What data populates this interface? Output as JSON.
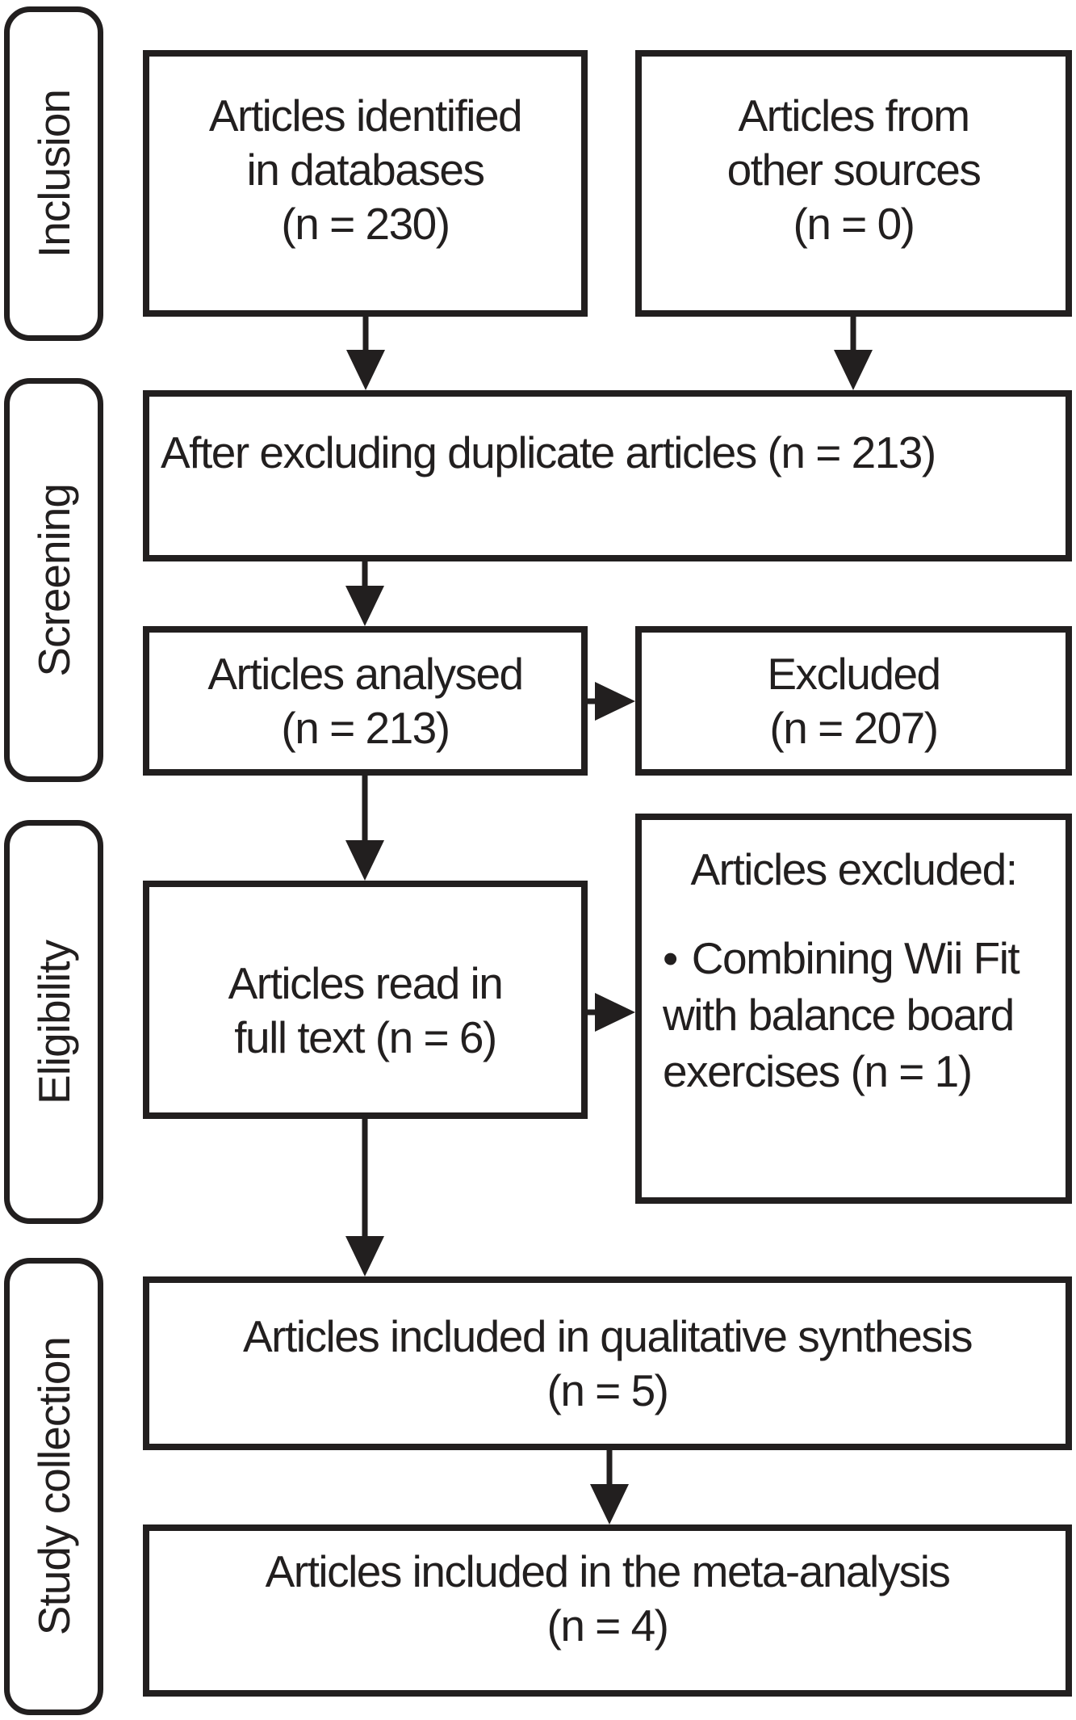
{
  "diagram": {
    "stages": [
      {
        "label": "Inclusion"
      },
      {
        "label": "Screening"
      },
      {
        "label": "Eligibility"
      },
      {
        "label": "Study collection"
      }
    ],
    "boxes": {
      "identified": {
        "lines": [
          "Articles identified",
          "in databases",
          "(n = 230)"
        ]
      },
      "other_sources": {
        "lines": [
          "Articles from",
          "other sources",
          "(n = 0)"
        ]
      },
      "deduplicated": {
        "text": "After excluding duplicate articles (n = 213)"
      },
      "analysed": {
        "lines": [
          "Articles analysed",
          "(n = 213)"
        ]
      },
      "excluded": {
        "lines": [
          "Excluded",
          "(n = 207)"
        ]
      },
      "full_text": {
        "lines": [
          "Articles read in",
          "full text (n = 6)"
        ]
      },
      "articles_excluded": {
        "heading": "Articles excluded:",
        "bullet_glyph": "•",
        "bullet_lines": [
          "Combining Wii Fit",
          "with balance board",
          "exercises (n = 1)"
        ]
      },
      "qualitative": {
        "lines": [
          "Articles included in qualitative synthesis",
          "(n = 5)"
        ]
      },
      "meta_analysis": {
        "lines": [
          "Articles included in the meta-analysis",
          "(n = 4)"
        ]
      }
    },
    "colors": {
      "ink": "#221f1f",
      "background": "#ffffff"
    }
  }
}
